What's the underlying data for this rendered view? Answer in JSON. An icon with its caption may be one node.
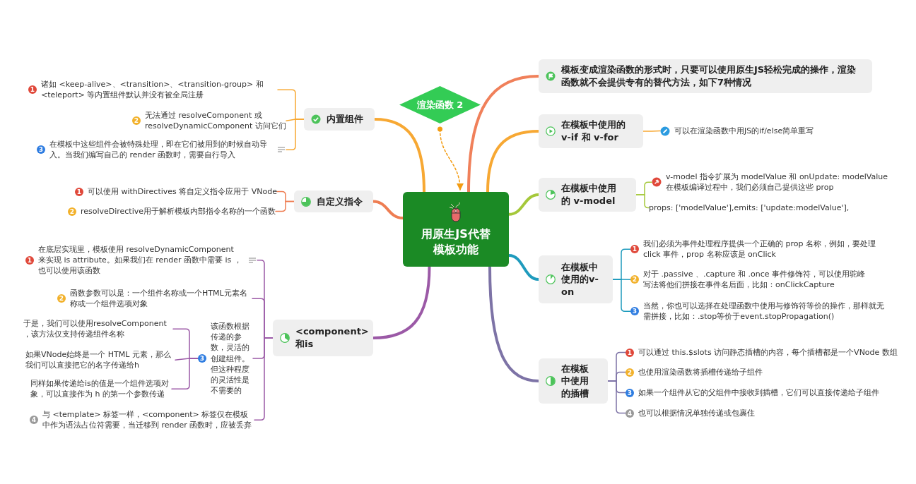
{
  "diagram": {
    "nodes": [
      {
        "text": [
          "用原生JS代替模板功能"
        ]
      },
      {
        "text": [
          "渲染函数 2"
        ]
      },
      {
        "text": [
          "内置组件"
        ]
      },
      {
        "text": [
          "诸如 <keep-alive>、<transition>、<transition-group> 和 <teleport> 等内置组件默认并没有被全局注册"
        ],
        "beside": [
          "1"
        ]
      },
      {
        "text": [
          "无法通过 resolveComponent 或 resolveDynamicComponent 访问它们"
        ],
        "beside": [
          "2"
        ]
      },
      {
        "text": [
          "在模板中这些组件会被特殊处理，即在它们被用到的时候自动导入。当我们编写自己的 render 函数时，需要自行导入"
        ],
        "beside": [
          "3"
        ]
      },
      {
        "text": [
          "自定义指令"
        ]
      },
      {
        "text": [
          "可以使用 withDirectives 将自定义指令应用于 VNode"
        ],
        "beside": [
          "1"
        ]
      },
      {
        "text": [
          "resolveDirective用于解析模板内部指令名称的一个函数"
        ],
        "beside": [
          "2"
        ]
      },
      {
        "text": [
          "<component>和is"
        ]
      },
      {
        "text": [
          "在底层实现里，模板使用 resolveDynamicComponent 来实现 is attribute。如果我们在 render 函数中需要 is ，也可以使用该函数"
        ],
        "beside": [
          "1"
        ]
      },
      {
        "text": [
          "函数参数可以是：一个组件名称或一个HTML元素名称或一个组件选项对象"
        ],
        "beside": [
          "2"
        ]
      },
      {
        "text": [
          "该函数根据传递的参数，灵活的创建组件。但这种程度的灵活性是不需要的"
        ],
        "beside": [
          "3"
        ]
      },
      {
        "text": [
          "于是，我们可以使用resolveComponent ，该方法仅支持传递组件名称"
        ]
      },
      {
        "text": [
          "如果VNode始终是一个 HTML 元素，那么我们可以直接把它的名字传递给h"
        ]
      },
      {
        "text": [
          "同样如果传递给is的值是一个组件选项对象，可以直接作为 h 的第一个参数传递"
        ]
      },
      {
        "text": [
          "与 <template> 标签一样，<component> 标签仅在模板中作为语法占位符需要，当迁移到 render 函数时，应被丢弃"
        ],
        "beside": [
          "4"
        ]
      },
      {
        "text": [
          "模板变成渲染函数的形式时，只要可以使用原生JS轻松完成的操作，渲染函数就不会提供专有的替代方法，如下7种情况"
        ]
      },
      {
        "text": [
          "在模板中使用的 v-if 和 v-for"
        ]
      },
      {
        "text": [
          "可以在渲染函数中用JS的if/else简单重写"
        ]
      },
      {
        "text": [
          "在模板中使用的 v-model"
        ]
      },
      {
        "text": [
          "v-model 指令扩展为 modelValue 和 onUpdate: modelValue 在模板编译过程中，我们必须自己提供这些 prop"
        ]
      },
      {
        "text": [
          "props: ['modelValue'],emits: ['update:modelValue'],"
        ]
      },
      {
        "text": [
          "在模板中使用的v-on"
        ]
      },
      {
        "text": [
          "我们必须为事件处理程序提供一个正确的 prop 名称，例如，要处理 click 事件，prop 名称应该是 onClick"
        ],
        "beside": [
          "1"
        ]
      },
      {
        "text": [
          "对于 .passive 、.capture 和 .once 事件修饰符，可以使用驼峰写法将他们拼接在事件名后面，比如：onClickCapture"
        ],
        "beside": [
          "2"
        ]
      },
      {
        "text": [
          "当然，你也可以选择在处理函数中使用与修饰符等价的操作，那样就无需拼接，比如：.stop等价于event.stopPropagation()"
        ],
        "beside": [
          "3"
        ]
      },
      {
        "text": [
          "在模板中使用的插槽"
        ]
      },
      {
        "text": [
          "可以通过 this.$slots 访问静态插槽的内容，每个插槽都是一个VNode 数组"
        ],
        "beside": [
          "1"
        ]
      },
      {
        "text": [
          "也使用渲染函数将插槽传递给子组件"
        ],
        "beside": [
          "2"
        ]
      },
      {
        "text": [
          "如果一个组件从它的父组件中接收到插槽，它们可以直接传递给子组件"
        ],
        "beside": [
          "3"
        ]
      },
      {
        "text": [
          "也可以根据情况单独传递或包裹住"
        ],
        "beside": [
          "4"
        ]
      }
    ],
    "edges": [
      {
        "from": 1,
        "to": 0,
        "arrow": "to",
        "style": "dashed",
        "color": "#f39c12"
      },
      {
        "from": 0,
        "to": 2,
        "arrow": "none",
        "style": "thick",
        "color": "#f7a833"
      },
      {
        "from": 2,
        "to": 3,
        "arrow": "none",
        "color": "#f7a833"
      },
      {
        "from": 2,
        "to": 4,
        "arrow": "none",
        "color": "#f7a833"
      },
      {
        "from": 2,
        "to": 5,
        "arrow": "none",
        "color": "#f7a833"
      },
      {
        "from": 0,
        "to": 6,
        "arrow": "none",
        "style": "thick",
        "color": "#ee7d52"
      },
      {
        "from": 6,
        "to": 7,
        "arrow": "none",
        "color": "#ee7d52"
      },
      {
        "from": 6,
        "to": 8,
        "arrow": "none",
        "color": "#ee7d52"
      },
      {
        "from": 0,
        "to": 9,
        "arrow": "none",
        "style": "thick",
        "color": "#9b59a6"
      },
      {
        "from": 9,
        "to": 10,
        "arrow": "none",
        "color": "#9b59a6"
      },
      {
        "from": 9,
        "to": 11,
        "arrow": "none",
        "color": "#9b59a6"
      },
      {
        "from": 9,
        "to": 12,
        "arrow": "none",
        "color": "#9b59a6"
      },
      {
        "from": 12,
        "to": 13,
        "arrow": "none",
        "color": "#9b59a6"
      },
      {
        "from": 12,
        "to": 14,
        "arrow": "none",
        "color": "#9b59a6"
      },
      {
        "from": 12,
        "to": 15,
        "arrow": "none",
        "color": "#9b59a6"
      },
      {
        "from": 9,
        "to": 16,
        "arrow": "none",
        "color": "#9b59a6"
      },
      {
        "from": 0,
        "to": 17,
        "arrow": "none",
        "style": "thick",
        "color": "#f0805a"
      },
      {
        "from": 0,
        "to": 18,
        "arrow": "none",
        "style": "thick",
        "color": "#f7a833"
      },
      {
        "from": 18,
        "to": 19,
        "arrow": "none",
        "color": "#f7a833"
      },
      {
        "from": 0,
        "to": 20,
        "arrow": "none",
        "style": "thick",
        "color": "#a5c83a"
      },
      {
        "from": 20,
        "to": 21,
        "arrow": "none",
        "color": "#a5c83a"
      },
      {
        "from": 20,
        "to": 22,
        "arrow": "none",
        "color": "#a5c83a"
      },
      {
        "from": 0,
        "to": 23,
        "arrow": "none",
        "style": "thick",
        "color": "#1f9bbd"
      },
      {
        "from": 23,
        "to": 24,
        "arrow": "none",
        "color": "#1f9bbd"
      },
      {
        "from": 23,
        "to": 25,
        "arrow": "none",
        "color": "#1f9bbd"
      },
      {
        "from": 23,
        "to": 26,
        "arrow": "none",
        "color": "#1f9bbd"
      },
      {
        "from": 0,
        "to": 27,
        "arrow": "none",
        "style": "thick",
        "color": "#7d73a6"
      },
      {
        "from": 27,
        "to": 28,
        "arrow": "none",
        "color": "#7d73a6"
      },
      {
        "from": 27,
        "to": 29,
        "arrow": "none",
        "color": "#7d73a6"
      },
      {
        "from": 27,
        "to": 30,
        "arrow": "none",
        "color": "#7d73a6"
      },
      {
        "from": 27,
        "to": 31,
        "arrow": "none",
        "color": "#7d73a6"
      }
    ]
  }
}
